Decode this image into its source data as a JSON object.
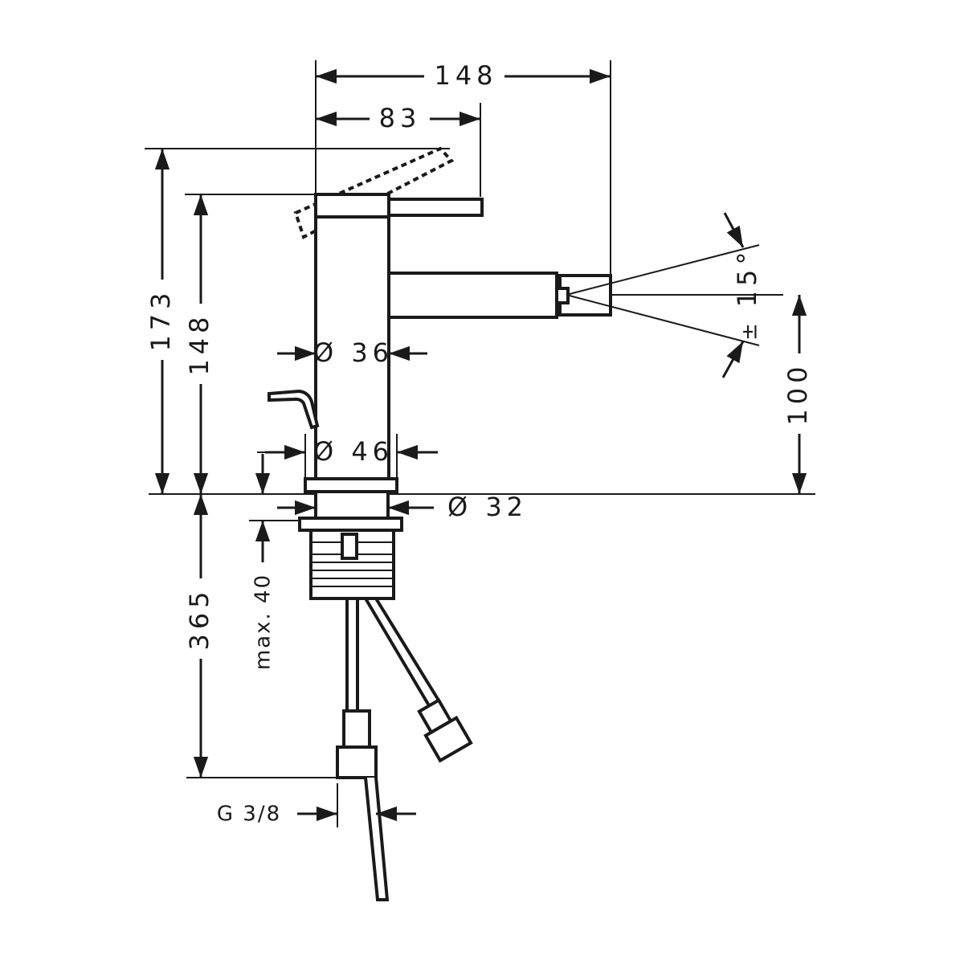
{
  "dimensions": {
    "total_depth": "148",
    "lever_depth": "83",
    "height_lever_raised": "173",
    "height_top": "148",
    "body_diameter": "Ø 36",
    "base_diameter": "Ø 46",
    "shank_diameter": "Ø 32",
    "spray_angle": "15°",
    "spray_tolerance": "±",
    "spout_height": "100",
    "hose_length": "365",
    "max_deck_thickness": "max. 40",
    "connection_thread": "G 3/8"
  },
  "colors": {
    "line": "#1a1a1a",
    "background": "#ffffff"
  }
}
